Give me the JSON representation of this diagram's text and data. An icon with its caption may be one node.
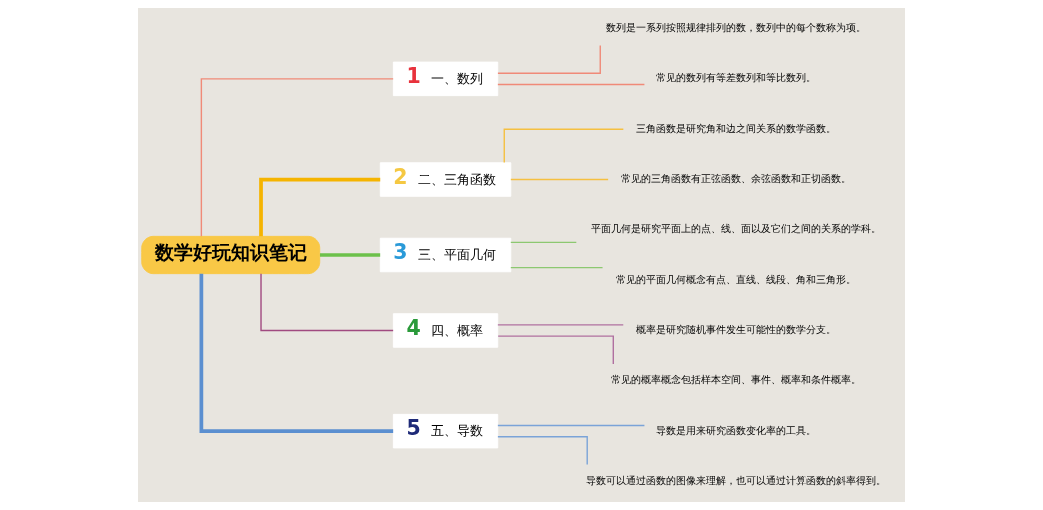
{
  "diagram": {
    "nodes": [
      {
        "text": [
          "数学好玩知识笔记"
        ]
      },
      {
        "text": [
          "1",
          "一、数列"
        ]
      },
      {
        "text": [
          "数列是一系列按照规律排列的数，数列中的每个数称为项。"
        ]
      },
      {
        "text": [
          "常见的数列有等差数列和等比数列。"
        ]
      },
      {
        "text": [
          "2",
          "二、三角函数"
        ]
      },
      {
        "text": [
          "三角函数是研究角和边之间关系的数学函数。"
        ]
      },
      {
        "text": [
          "常见的三角函数有正弦函数、余弦函数和正切函数。"
        ]
      },
      {
        "text": [
          "3",
          "三、平面几何"
        ]
      },
      {
        "text": [
          "平面几何是研究平面上的点、线、面以及它们之间的关系的学科。"
        ]
      },
      {
        "text": [
          "常见的平面几何概念有点、直线、线段、角和三角形。"
        ]
      },
      {
        "text": [
          "4",
          "四、概率"
        ]
      },
      {
        "text": [
          "概率是研究随机事件发生可能性的数学分支。"
        ]
      },
      {
        "text": [
          "常见的概率概念包括样本空间、事件、概率和条件概率。"
        ]
      },
      {
        "text": [
          "5",
          "五、导数"
        ]
      },
      {
        "text": [
          "导数是用来研究函数变化率的工具。"
        ]
      },
      {
        "text": [
          "导数可以通过函数的图像来理解，也可以通过计算函数的斜率得到。"
        ]
      }
    ],
    "edges": [
      {
        "from": 0,
        "to": 1,
        "arrow": "none",
        "color": "#f08a78"
      },
      {
        "from": 1,
        "to": 2,
        "arrow": "none",
        "color": "#f08a78"
      },
      {
        "from": 1,
        "to": 3,
        "arrow": "none",
        "color": "#f08a78"
      },
      {
        "from": 0,
        "to": 4,
        "arrow": "none",
        "style": "thick",
        "color": "#f5b400"
      },
      {
        "from": 4,
        "to": 5,
        "arrow": "none",
        "color": "#f5c040"
      },
      {
        "from": 4,
        "to": 6,
        "arrow": "none",
        "color": "#f5c040"
      },
      {
        "from": 0,
        "to": 7,
        "arrow": "none",
        "style": "thick",
        "color": "#6cc04a"
      },
      {
        "from": 7,
        "to": 8,
        "arrow": "none",
        "color": "#8cc870"
      },
      {
        "from": 7,
        "to": 9,
        "arrow": "none",
        "color": "#8cc870"
      },
      {
        "from": 0,
        "to": 10,
        "arrow": "none",
        "color": "#a04a80"
      },
      {
        "from": 10,
        "to": 11,
        "arrow": "none",
        "color": "#b070a0"
      },
      {
        "from": 10,
        "to": 12,
        "arrow": "none",
        "color": "#b070a0"
      },
      {
        "from": 0,
        "to": 13,
        "arrow": "none",
        "style": "thick",
        "color": "#5b8fd0"
      },
      {
        "from": 13,
        "to": 14,
        "arrow": "none",
        "color": "#7aa3d8"
      },
      {
        "from": 13,
        "to": 15,
        "arrow": "none",
        "color": "#7aa3d8"
      }
    ]
  }
}
